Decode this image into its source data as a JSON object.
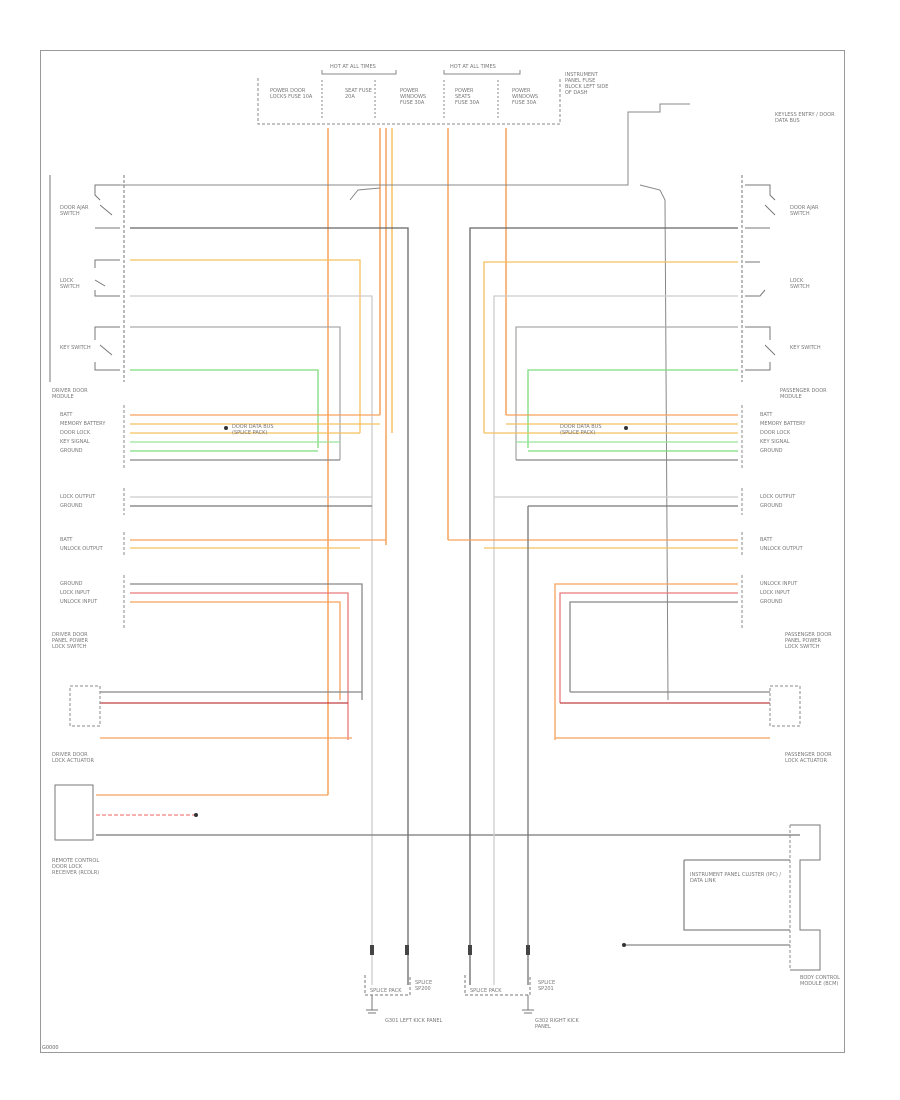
{
  "diagram": {
    "diagram_id": "G0000",
    "fuse_blocks": {
      "left_header": "HOT AT ALL TIMES",
      "right_header": "HOT AT ALL TIMES",
      "fuses": [
        "POWER DOOR LOCKS FUSE 10A",
        "SEAT FUSE 20A",
        "POWER WINDOWS FUSE 30A",
        "POWER SEATS FUSE 30A",
        "POWER WINDOWS FUSE 30A"
      ],
      "side_note": "INSTRUMENT PANEL FUSE BLOCK LEFT SIDE OF DASH"
    },
    "left_side": {
      "door_module": "DRIVER DOOR MODULE",
      "switches": [
        "DOOR AJAR SWITCH",
        "LOCK SWITCH",
        "KEY SWITCH"
      ],
      "pins": [
        "BATT",
        "MEMORY BATTERY",
        "DOOR LOCK",
        "KEY SIGNAL",
        "GROUND",
        "LOCK OUTPUT",
        "GROUND",
        "BATT",
        "UNLOCK OUTPUT",
        "GROUND",
        "LOCK INPUT",
        "UNLOCK INPUT"
      ],
      "driver_door_panel": "DRIVER DOOR PANEL POWER LOCK SWITCH",
      "lock_actuator": "DRIVER DOOR LOCK ACTUATOR",
      "remote_module": "REMOTE CONTROL DOOR LOCK RECEIVER (RCDLR)",
      "splice_note": "DOOR DATA BUS (SPLICE PACK)"
    },
    "right_side": {
      "door_module": "PASSENGER DOOR MODULE",
      "switches": [
        "DOOR AJAR SWITCH",
        "LOCK SWITCH",
        "KEY SWITCH"
      ],
      "pins": [
        "BATT",
        "MEMORY BATTERY",
        "DOOR LOCK",
        "KEY SIGNAL",
        "GROUND",
        "LOCK OUTPUT",
        "GROUND",
        "BATT",
        "UNLOCK OUTPUT",
        "UNLOCK INPUT",
        "LOCK INPUT",
        "GROUND"
      ],
      "passenger_door_panel": "PASSENGER DOOR PANEL POWER LOCK SWITCH",
      "lock_actuator": "PASSENGER DOOR LOCK ACTUATOR",
      "remote_module": "BODY CONTROL MODULE (BCM)",
      "ipc_note": "INSTRUMENT PANEL CLUSTER (IPC) / DATA LINK",
      "splice_note": "DOOR DATA BUS (SPLICE PACK)",
      "top_right_note": "KEYLESS ENTRY / DOOR DATA BUS"
    },
    "grounds": {
      "left": "G301 LEFT KICK PANEL",
      "right": "G302 RIGHT KICK PANEL",
      "left_block": "SPLICE PACK",
      "right_block": "SPLICE PACK",
      "splice_left": "SPLICE SP200",
      "splice_right": "SPLICE SP201"
    }
  }
}
